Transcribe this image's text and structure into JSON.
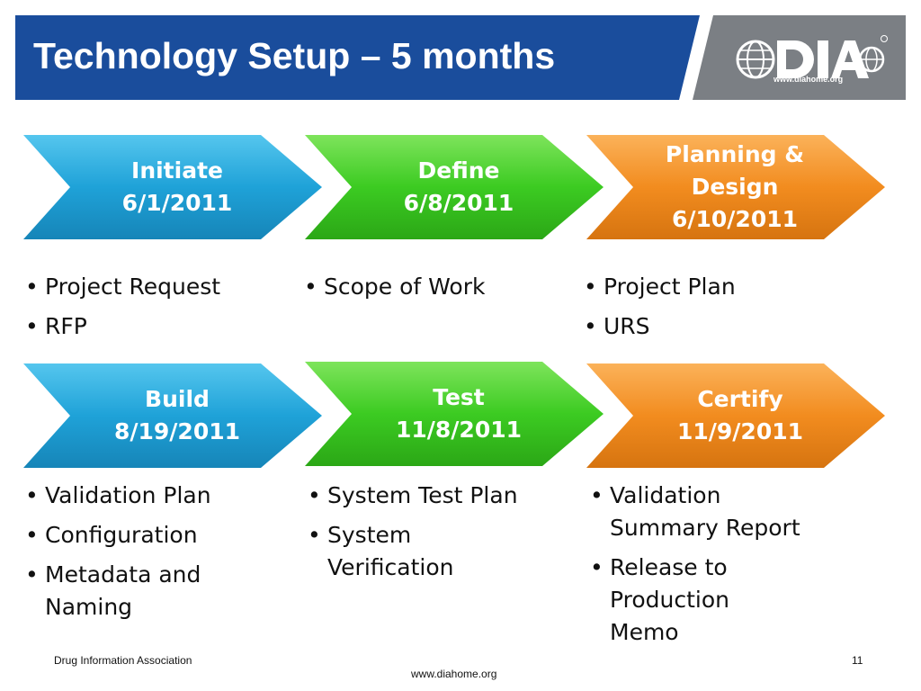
{
  "slide": {
    "title": "Technology Setup – 5 months",
    "logo_text": "DIA",
    "logo_url": "www.diahome.org"
  },
  "colors": {
    "header_blue": "#1a4d9c",
    "header_gray": "#7b7f84",
    "blue_step": "#23a4d8",
    "green_step": "#3fcc2a",
    "orange_step": "#f08a1c"
  },
  "row1": [
    {
      "label_lines": [
        "Initiate",
        "6/1/2011"
      ],
      "bullets": [
        "Project Request",
        "RFP"
      ]
    },
    {
      "label_lines": [
        "Define",
        "6/8/2011"
      ],
      "bullets": [
        "Scope of Work"
      ]
    },
    {
      "label_lines": [
        "Planning &",
        "Design",
        "6/10/2011"
      ],
      "bullets": [
        "Project Plan",
        "URS"
      ]
    }
  ],
  "row2": [
    {
      "label_lines": [
        "Build",
        "8/19/2011"
      ],
      "bullets": [
        "Validation Plan",
        "Configuration",
        "Metadata and Naming"
      ]
    },
    {
      "label_lines": [
        "Test",
        "11/8/2011"
      ],
      "bullets": [
        "System Test Plan",
        "System Verification"
      ]
    },
    {
      "label_lines": [
        "Certify",
        "11/9/2011"
      ],
      "bullets": [
        "Validation Summary Report",
        "Release to Production Memo"
      ]
    }
  ],
  "footer": {
    "org": "Drug Information Association",
    "url": "www.diahome.org",
    "page": "11"
  }
}
